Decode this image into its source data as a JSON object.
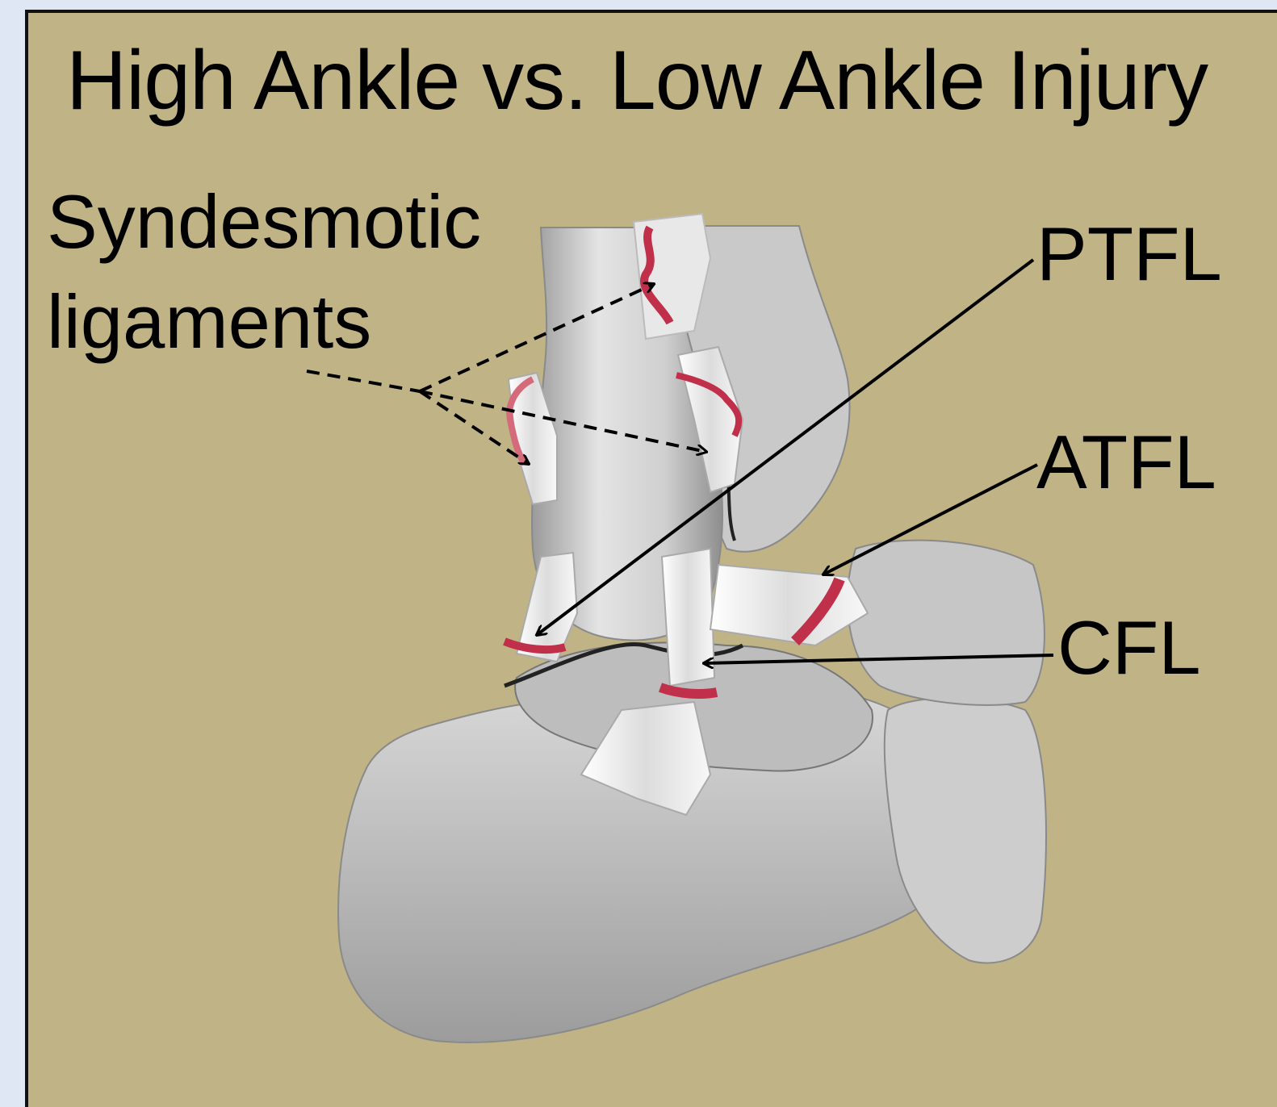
{
  "title": "High Ankle vs. Low Ankle Injury",
  "labels": {
    "syndesmotic_line1": "Syndesmotic",
    "syndesmotic_line2": "ligaments",
    "ptfl": "PTFL",
    "atfl": "ATFL",
    "cfl": "CFL"
  },
  "colors": {
    "background": "#c0b386",
    "bone": "#d6d6d6",
    "ligament": "#f0f0f0",
    "injury": "#c0304a"
  }
}
